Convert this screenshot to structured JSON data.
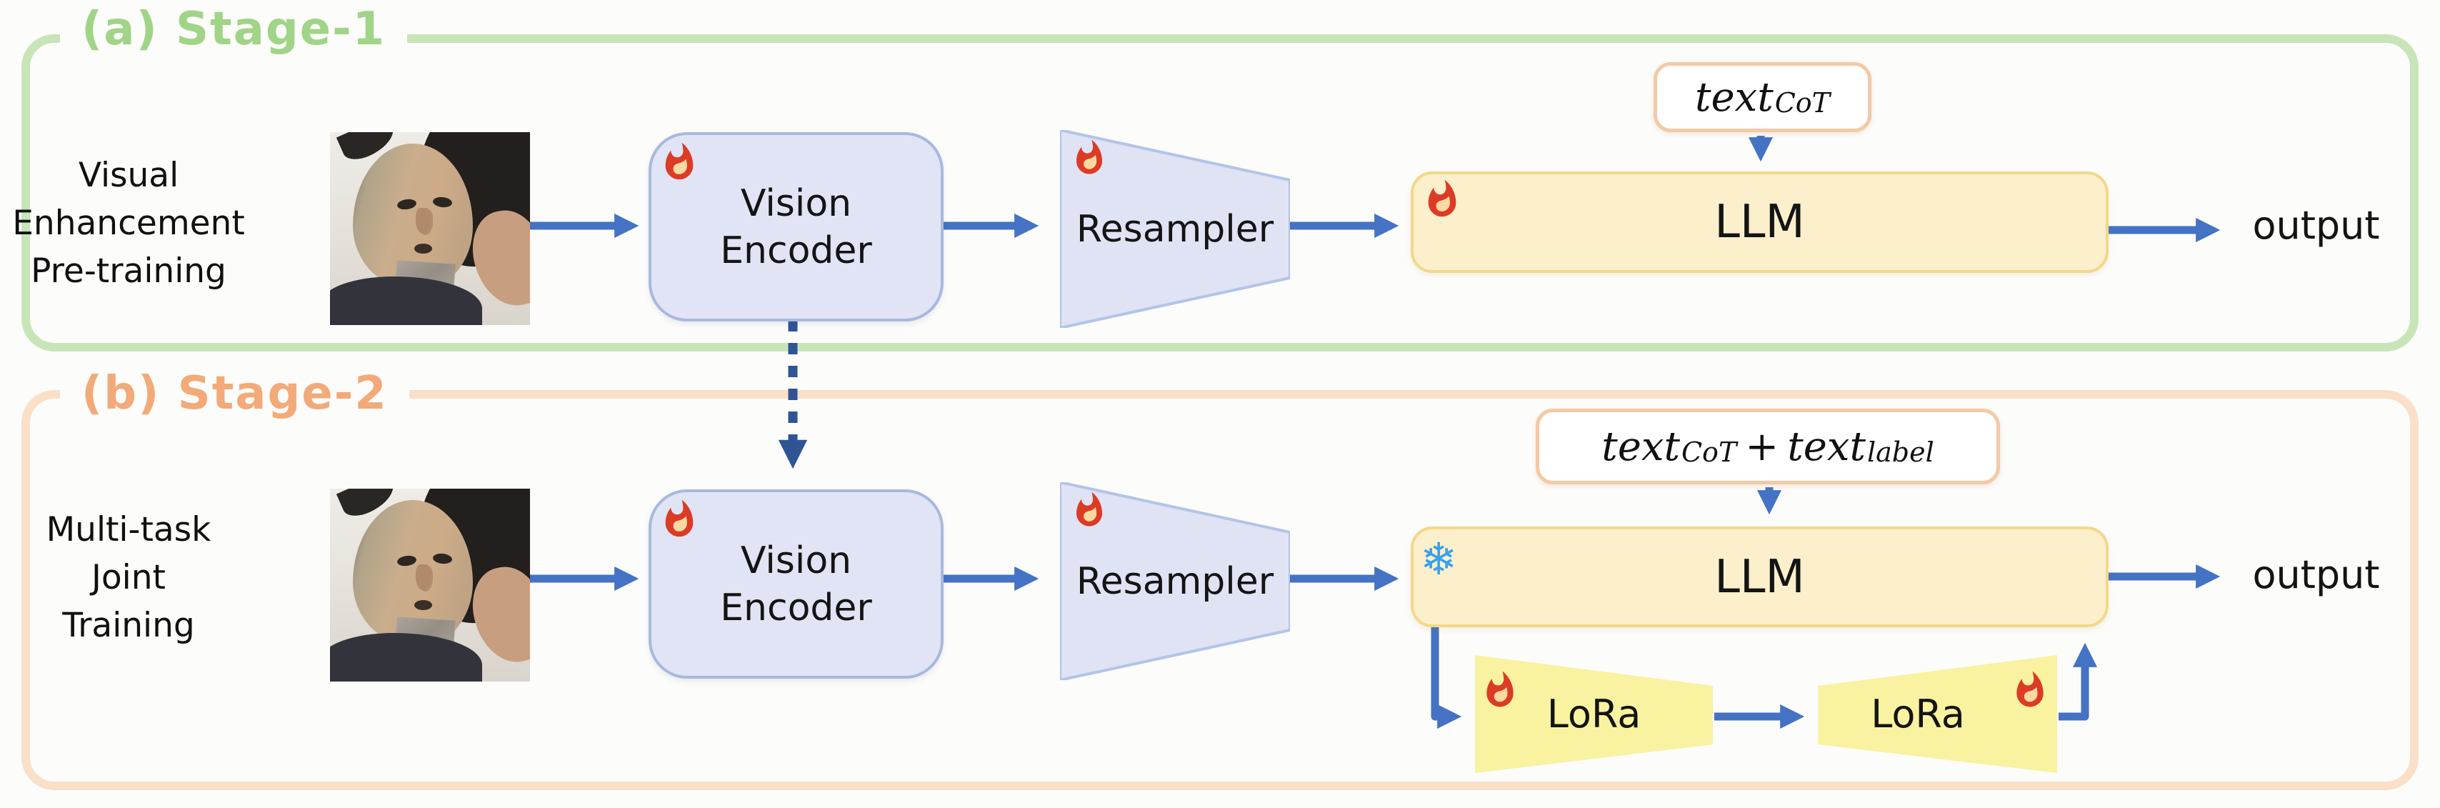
{
  "figure": {
    "type": "model-architecture-diagram",
    "stages_count": 2
  },
  "stage1": {
    "title": "(a) Stage-1",
    "label_lines": [
      "Visual",
      "Enhancement",
      "Pre-training"
    ],
    "vision_encoder": {
      "line1": "Vision",
      "line2": "Encoder"
    },
    "resampler": "Resampler",
    "llm": "LLM",
    "text_input": {
      "base": "text",
      "sub": "CoT"
    },
    "output": "output"
  },
  "stage2": {
    "title": "(b) Stage-2",
    "label_lines": [
      "Multi-task",
      "Joint",
      "Training"
    ],
    "vision_encoder": {
      "line1": "Vision",
      "line2": "Encoder"
    },
    "resampler": "Resampler",
    "llm": "LLM",
    "text_input": {
      "base1": "text",
      "sub1": "CoT",
      "plus": "+",
      "base2": "text",
      "sub2": "label"
    },
    "lora_left": "LoRa",
    "lora_right": "LoRa",
    "output": "output"
  },
  "icons": {
    "flame_meaning": "trainable",
    "snowflake_meaning": "frozen",
    "snowflake_glyph": "❄"
  },
  "colors": {
    "arrow_blue": "#4472c4",
    "dashed_arrow_blue": "#2f5496",
    "stage1_border": "#c7e5b7",
    "stage1_title": "#a0d487",
    "stage2_border": "#fadfc9",
    "stage2_title": "#f2aa79",
    "encoder_fill": "#e0e4f4",
    "encoder_border": "#a9b8de",
    "llm_fill": "#fcefcc",
    "llm_border": "#f3d88a",
    "lora_fill": "#f9f2a0",
    "textbox_border": "#f3c9a6",
    "flame_red": "#dc3b25",
    "flame_inner": "#fbd9a0",
    "snowflake_blue": "#38a1ee"
  }
}
